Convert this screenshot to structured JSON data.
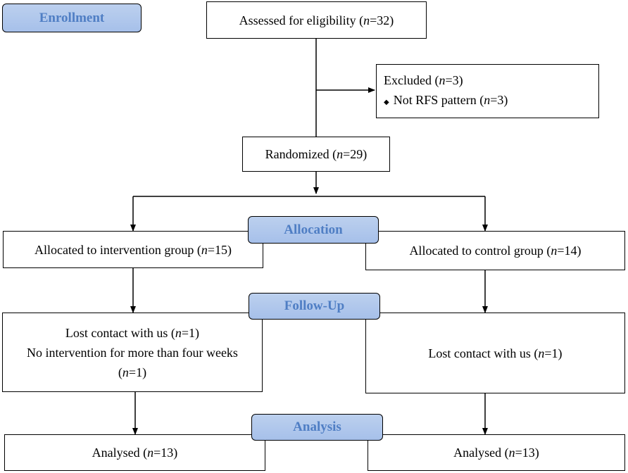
{
  "stages": {
    "enrollment": "Enrollment",
    "allocation": "Allocation",
    "follow_up": "Follow-Up",
    "analysis": "Analysis"
  },
  "n_symbol": "n",
  "assessed": {
    "label": "Assessed for eligibility (",
    "value": "=32)"
  },
  "excluded": {
    "label": "Excluded (",
    "value": "=3)",
    "bullet": "◆",
    "reason_label": "Not RFS pattern (",
    "reason_value": "=3)"
  },
  "randomized": {
    "label": "Randomized (",
    "value": "=29)"
  },
  "allocation": {
    "intervention": {
      "label": "Allocated to intervention group (",
      "value": "=15)"
    },
    "control": {
      "label": "Allocated to control group (",
      "value": "=14)"
    }
  },
  "follow_up": {
    "intervention": {
      "line1_label": "Lost contact with us (",
      "line1_value": "=1)",
      "line2": "No intervention for more than four weeks",
      "line3_open": "(",
      "line3_value": "=1)"
    },
    "control": {
      "label": "Lost contact with us (",
      "value": "=1)"
    }
  },
  "analysis": {
    "intervention": {
      "label": "Analysed (",
      "value": "=13)"
    },
    "control": {
      "label": "Analysed (",
      "value": "=13)"
    }
  }
}
